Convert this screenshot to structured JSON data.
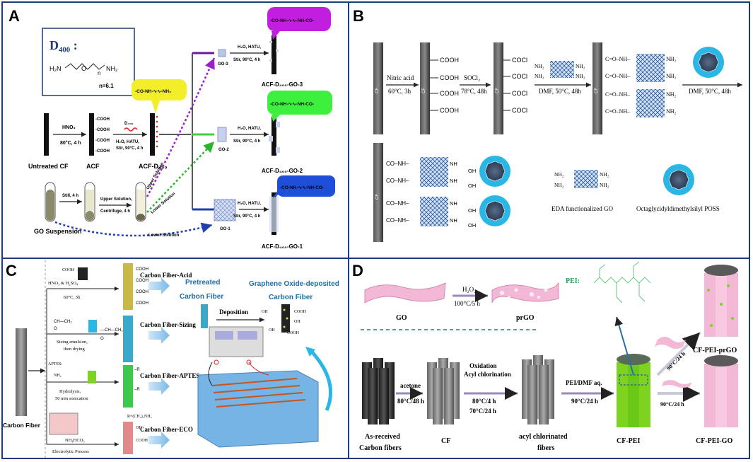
{
  "panels": {
    "a": "A",
    "b": "B",
    "c": "C",
    "d": "D"
  },
  "a": {
    "d400_title": "D₄₀₀ :",
    "d400_struct_left": "H₂N",
    "d400_struct_o": "O",
    "d400_struct_n": "n",
    "d400_struct_right": "NH₂",
    "d400_n": "n=6.1",
    "bubble_top": "-CO-NH-∿∿-NH-CO-",
    "bubble_mid": "-CO-NH-∿∿-NH-CO-",
    "bubble_bot": "-CO-NH-∿∿-NH-CO-",
    "bubble_yellow": "-CO-NH-∿∿-NH₂",
    "hno3": "HNO₃",
    "hno3_cond": "80°C, 4 h",
    "d400_reagent": "D₄₀₀",
    "d400_cond1": "H₂O, HATU,",
    "d400_cond2": "Stir, 90°C, 4 h",
    "cooh": "-COOH",
    "untreated": "Untreated CF",
    "acf": "ACF",
    "acf_d400": "ACF-D₄₀₀",
    "go3": "GO-3",
    "go2": "GO-2",
    "go1": "GO-1",
    "cond_a": "H₂O, HATU,",
    "cond_b": "Stir, 90°C, 4 h",
    "prod3": "ACF-D₄₀₀-GO-3",
    "prod2": "ACF-D₄₀₀-GO-2",
    "prod1": "ACF-D₄₀₀-GO-1",
    "still": "Still, 4 h",
    "upper_solution": "Upper Solution,",
    "centrifuge": "Centrifuge, 4 h",
    "upper_label": "Upper Solution",
    "lower_label1": "Lower Solution",
    "lower_label2": "Lower Solution",
    "go_susp": "GO Suspension"
  },
  "b": {
    "cf": "CF",
    "nitric": "Nitric acid",
    "nitric_cond": "60°C, 3h",
    "cooh": "COOH",
    "socl2": "SOCl₂",
    "socl2_cond": "78°C, 48h",
    "cocl": "COCl",
    "dmf1": "DMF, 50°C, 48h",
    "dmf2": "DMF, 50°C, 48h",
    "nh2": "NH₂",
    "conh": "C=O–NH–",
    "conh2": "CO–NH–",
    "nh": "NH",
    "oh": "OH",
    "eda_label": "EDA functionalized GO",
    "poss_label": "Octaglycidyldimethylsilyl POSS"
  },
  "c": {
    "carbon_fiber": "Carbon Fiber",
    "acid_reagent": "HNO₃ & H₂SO₄",
    "acid_cond": "60°C, 3h",
    "cooh": "COOH",
    "sizing_text1": "Sizing emulsion,",
    "sizing_text2": "then drying",
    "aptes_label": "APTES:",
    "hydrolysis1": "Hydrolysis,",
    "hydrolysis2": "50 min sonication",
    "r_group": "R=(CH₂)₃NH₂",
    "electrolytic": "Electrolytic Process",
    "nh4hco3": "NH₄HCO₃",
    "cf_acid": "Carbon Fiber-Acid",
    "cf_sizing": "Carbon Fiber-Sizing",
    "cf_aptes": "Carbon Fiber-APTES",
    "cf_eco": "Carbon Fiber-ECO",
    "pretreated1": "Pretreated",
    "pretreated2": "Carbon Fiber",
    "go_dep1": "Graphene Oxide-deposited",
    "go_dep2": "Carbon Fiber",
    "deposition": "Deposition",
    "oh": "OH",
    "nr": "–R"
  },
  "d": {
    "go": "GO",
    "h2o2": "H₂O₂",
    "h2o2_cond": "100°C/5 h",
    "prgo": "prGO",
    "pei": "PEI:",
    "acetone": "acetone",
    "acetone_cond": "80°C/48 h",
    "oxid1": "Oxidation",
    "oxid2": "Acyl chlorination",
    "oxid3": "80°C/4 h",
    "oxid4": "70°C/24 h",
    "pei_dmf": "PEI/DMF aq.",
    "pei_cond": "90°C/24 h",
    "cond_up": "90°C/24 h",
    "cond_down": "90°C/24 h",
    "as_received1": "As-received",
    "as_received2": "Carbon fibers",
    "cf": "CF",
    "acyl1": "acyl chlorinated",
    "acyl2": "fibers",
    "cf_pei": "CF-PEI",
    "cf_pei_prgo": "CF-PEI-prGO",
    "cf_pei_go": "CF-PEI-GO"
  },
  "colors": {
    "border": "#1e3a78",
    "purple": "#9a1fc8",
    "green": "#3fcf3f",
    "blue": "#1f4fd8",
    "yellow": "#f2ef2a",
    "pink": "#f3b8d6",
    "lime": "#7ed321",
    "cyan": "#2ab7e6"
  }
}
